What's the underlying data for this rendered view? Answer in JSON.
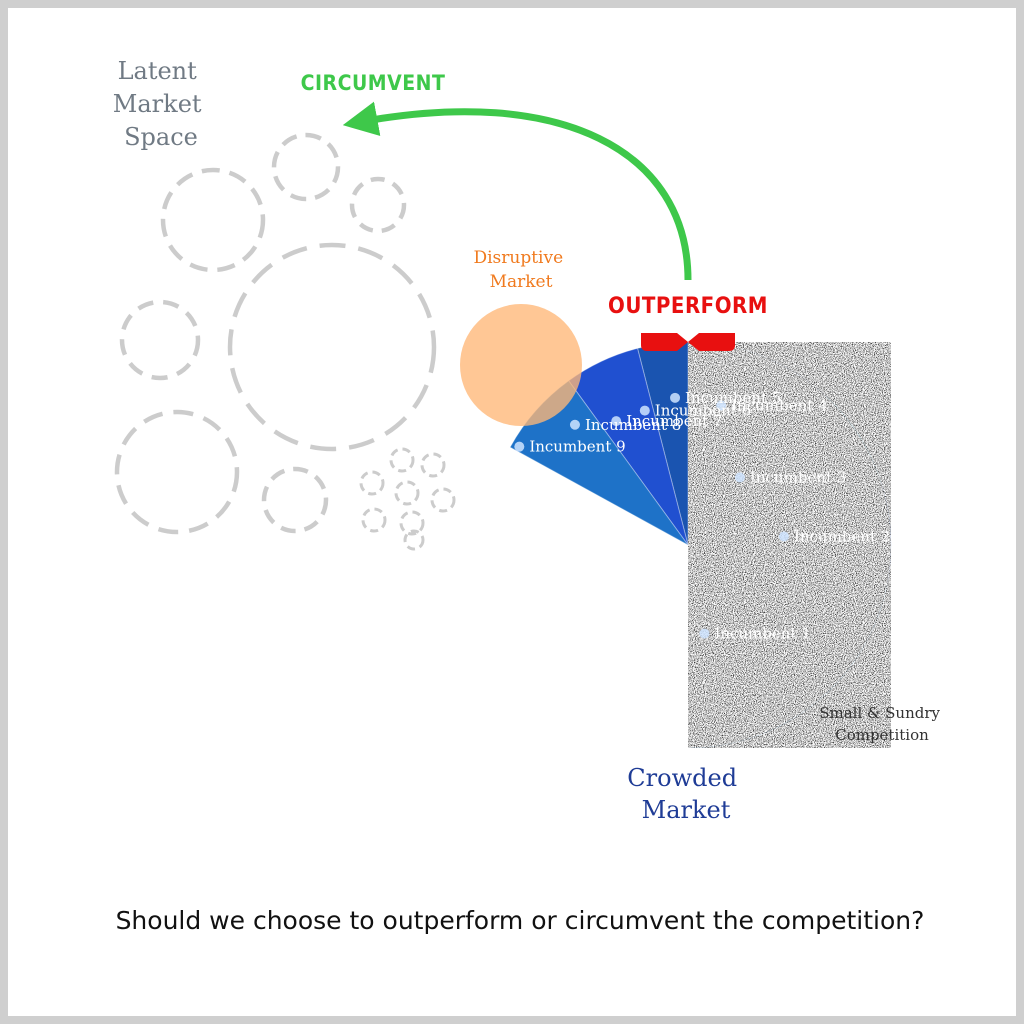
{
  "labels": {
    "latent": [
      "Latent",
      "Market",
      "Space"
    ],
    "circumvent": "CIRCUMVENT",
    "disruptive": [
      "Disruptive",
      "Market"
    ],
    "outperform": "OUTPERFORM",
    "small_sundry": [
      "Small & Sundry",
      "Competition"
    ],
    "crowded": [
      "Crowded",
      "Market"
    ]
  },
  "caption": "Should we choose to outperform or circumvent the competition?",
  "pie_segments": [
    {
      "name": "Incumbent 1",
      "share": 22,
      "color": "#1f9bf0"
    },
    {
      "name": "Incumbent 2",
      "share": 8,
      "color": "#3a6fd8"
    },
    {
      "name": "Incumbent 3",
      "share": 8,
      "color": "#1fbff0"
    },
    {
      "name": "Incumbent 4",
      "share": 6,
      "color": "#1b4fa8"
    },
    {
      "name": "Incumbent 5",
      "share": 3,
      "color": "#2a88d8"
    },
    {
      "name": "Incumbent 6",
      "share": 3,
      "color": "#2d8af5"
    },
    {
      "name": "Incumbent 7",
      "share": 4,
      "color": "#1a54b0"
    },
    {
      "name": "Incumbent 8",
      "share": 6,
      "color": "#2050d0"
    },
    {
      "name": "Incumbent 9",
      "share": 7,
      "color": "#1e72c8"
    },
    {
      "name": "Small & Sundry Competition",
      "share": 33,
      "color": "noise"
    }
  ],
  "colors": {
    "latent_text": "#707a84",
    "circumvent": "#3ec84a",
    "disruptive_text": "#f07a1e",
    "disruptive_fill": "#ffb777",
    "outperform": "#e81010",
    "crowded_text": "#1f3c96",
    "dashed": "#cccccc"
  }
}
